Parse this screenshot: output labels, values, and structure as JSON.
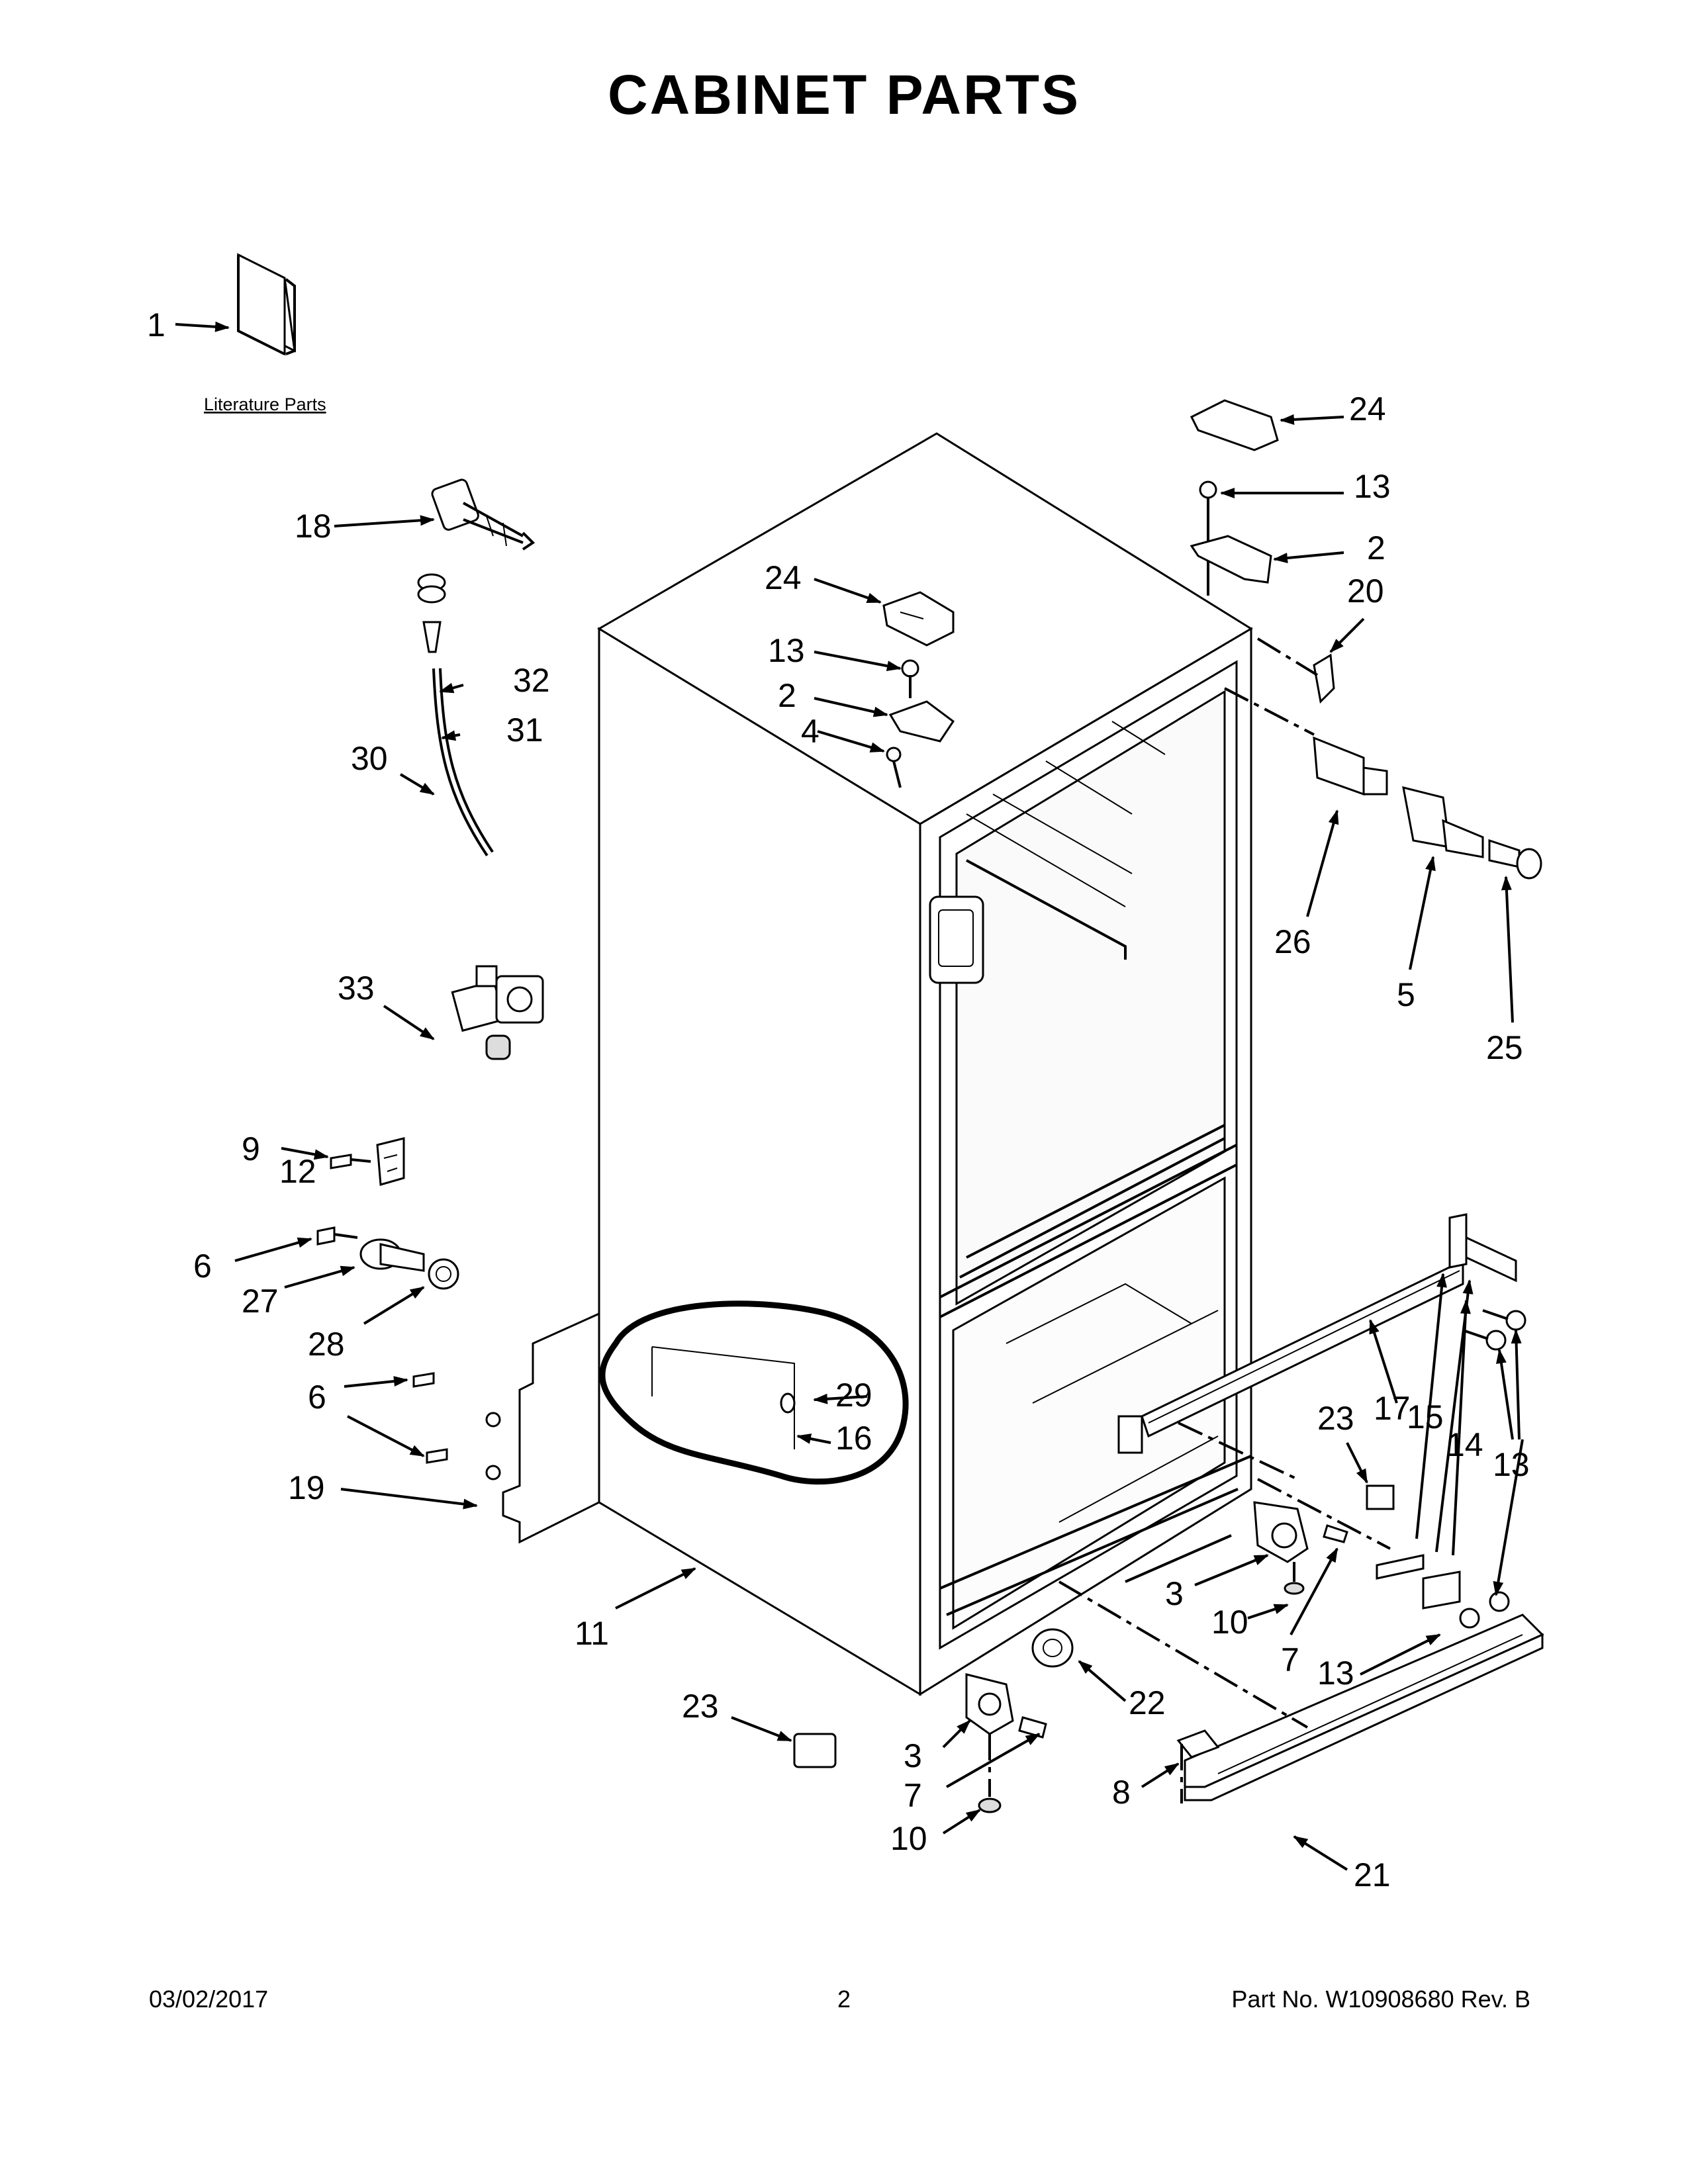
{
  "title": "CABINET PARTS",
  "literature_label": "Literature Parts",
  "callouts": {
    "c1": "1",
    "c18": "18",
    "c32": "32",
    "c31": "31",
    "c30": "30",
    "c33": "33",
    "c9": "9",
    "c12": "12",
    "c6a": "6",
    "c27": "27",
    "c28": "28",
    "c6b": "6",
    "c19": "19",
    "c11": "11",
    "c23a": "23",
    "c3a": "3",
    "c7a": "7",
    "c10a": "10",
    "c22": "22",
    "c8": "8",
    "c21": "21",
    "c13a": "13",
    "c3b": "3",
    "c10b": "10",
    "c7b": "7",
    "c23b": "23",
    "c17": "17",
    "c15": "15",
    "c14": "14",
    "c13b": "13",
    "c29": "29",
    "c16": "16",
    "c24a": "24",
    "c13c": "13",
    "c2a": "2",
    "c4": "4",
    "c24b": "24",
    "c13d": "13",
    "c2b": "2",
    "c20": "20",
    "c26": "26",
    "c5": "5",
    "c25": "25"
  },
  "footer": {
    "date": "03/02/2017",
    "page": "2",
    "part_number": "Part No.  W10908680  Rev.  B"
  }
}
